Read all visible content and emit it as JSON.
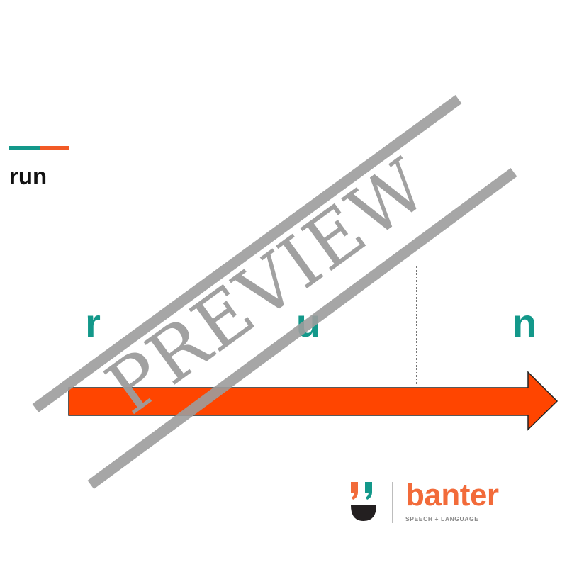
{
  "word": "run",
  "letters": [
    "r",
    "u",
    "n"
  ],
  "watermark": "PREVIEW",
  "brand": {
    "name": "banter",
    "tagline": "SPEECH + LANGUAGE"
  },
  "colors": {
    "teal": "#13988a",
    "orange": "#f25a26",
    "arrow": "#ff4500",
    "watermark": "#9d9d9d",
    "logo_dark": "#231f20"
  },
  "icons": {
    "arrow": "right-arrow-icon",
    "logo": "banter-logo-icon"
  }
}
